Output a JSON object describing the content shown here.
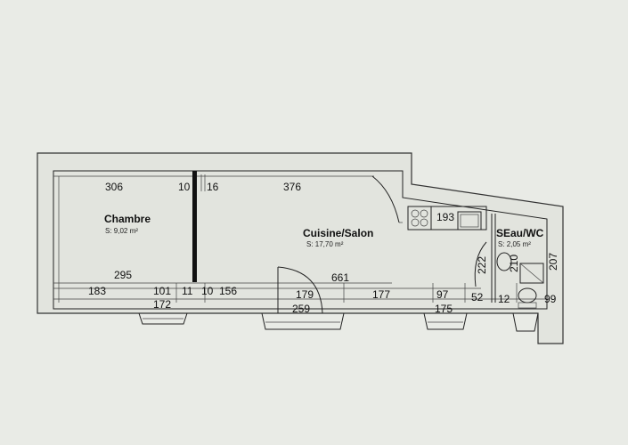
{
  "rooms": {
    "chambre": {
      "name": "Chambre",
      "area": "S: 9,02 m²"
    },
    "cuisine": {
      "name": "Cuisine/Salon",
      "area": "S: 17,70 m²"
    },
    "seau": {
      "name": "SEau/WC",
      "area": "S: 2,05 m²"
    }
  },
  "dimensions": {
    "d306": "306",
    "d10a": "10",
    "d16": "16",
    "d376": "376",
    "d193": "193",
    "d295": "295",
    "d661": "661",
    "d183": "183",
    "d101": "101",
    "d11": "11",
    "d10b": "10",
    "d156": "156",
    "d179": "179",
    "d177": "177",
    "d97": "97",
    "d52": "52",
    "d12": "12",
    "d99": "99",
    "d172": "172",
    "d259": "259",
    "d175": "175",
    "d222": "222",
    "d210": "210",
    "d207": "207"
  }
}
